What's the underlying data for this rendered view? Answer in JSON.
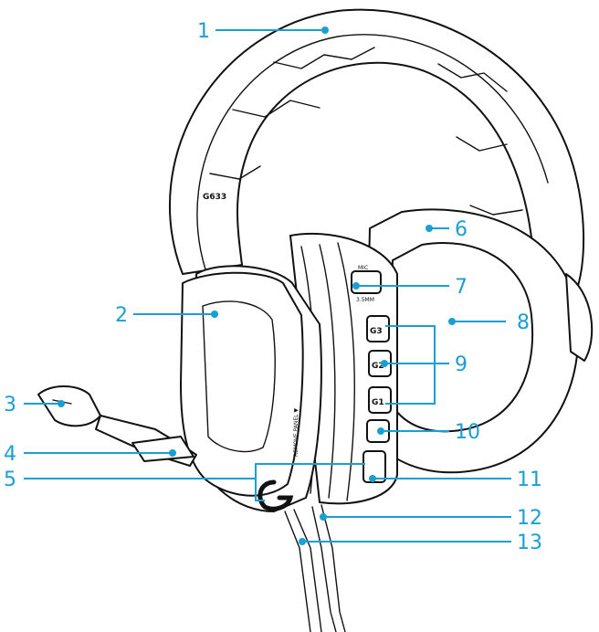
{
  "product_text": {
    "model": "G633",
    "mic_label": "MIC",
    "surround_label": "3.5MM",
    "g3": "G3",
    "g2": "G2",
    "g1": "G1",
    "remove_panel": "REMOVE PANEL ▼"
  },
  "callouts": [
    {
      "num": "1"
    },
    {
      "num": "2"
    },
    {
      "num": "3"
    },
    {
      "num": "4"
    },
    {
      "num": "5"
    },
    {
      "num": "6"
    },
    {
      "num": "7"
    },
    {
      "num": "8"
    },
    {
      "num": "9"
    },
    {
      "num": "10"
    },
    {
      "num": "11"
    },
    {
      "num": "12"
    },
    {
      "num": "13"
    }
  ],
  "colors": {
    "accent": "#1a9fd4",
    "line": "#111111"
  }
}
